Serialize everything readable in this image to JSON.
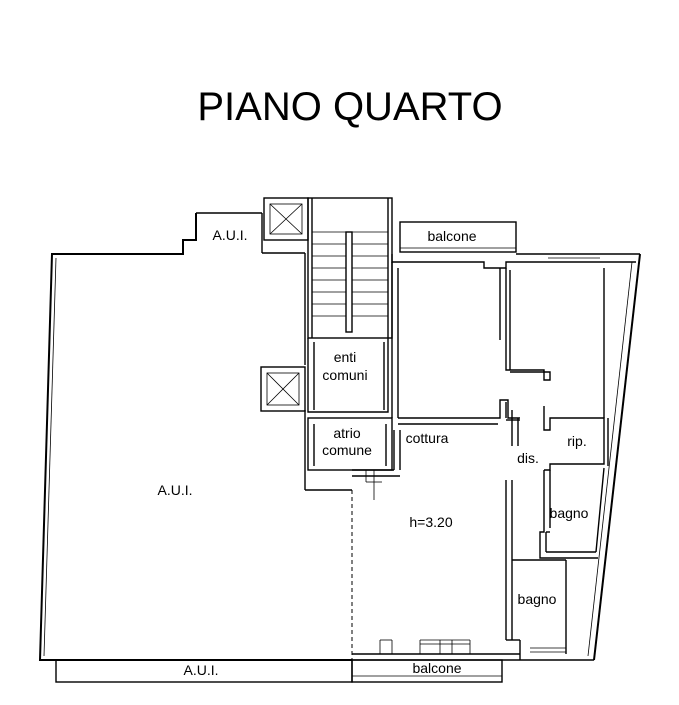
{
  "title": "PIANO QUARTO",
  "labels": {
    "aui_top": "A.U.I.",
    "balcone_top": "balcone",
    "enti_comuni_1": "enti",
    "enti_comuni_2": "comuni",
    "atrio_comune_1": "atrio",
    "atrio_comune_2": "comune",
    "cottura": "cottura",
    "dis": "dis.",
    "rip": "rip.",
    "aui_main": "A.U.I.",
    "height": "h=3.20",
    "bagno_1": "bagno",
    "bagno_2": "bagno",
    "aui_bottom": "A.U.I.",
    "balcone_bottom": "balcone"
  }
}
